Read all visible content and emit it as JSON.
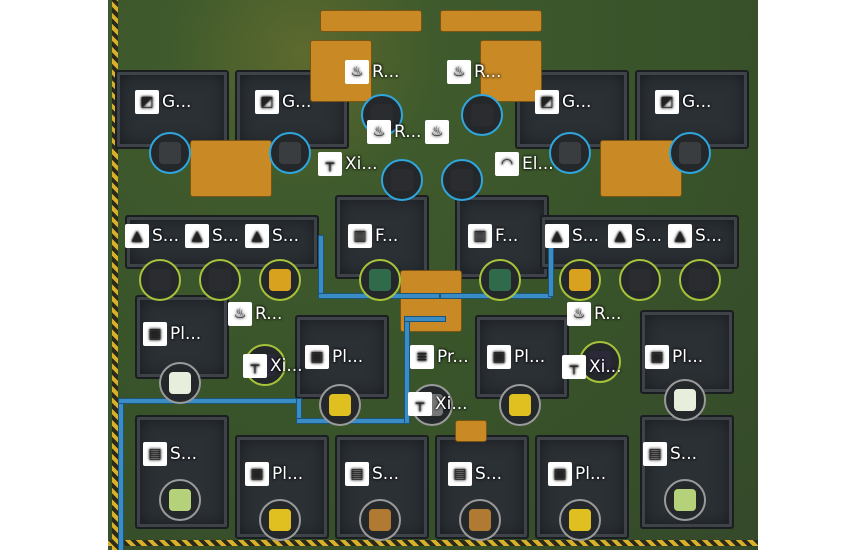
{
  "view": "factory-map",
  "colors": {
    "ingredient_ring": "#2fa6dd",
    "product_ring": "#a6c33a",
    "output_ring": "#9a9a9a",
    "belt": "#c98a25",
    "pipe": "#3a8cc4"
  },
  "entities": [
    {
      "label": "G...",
      "icon": "compressor-icon"
    },
    {
      "label": "G...",
      "icon": "compressor-icon"
    },
    {
      "label": "G...",
      "icon": "compressor-icon"
    },
    {
      "label": "G...",
      "icon": "compressor-icon"
    },
    {
      "label": "R...",
      "icon": "furnace-icon"
    },
    {
      "label": "R...",
      "icon": "furnace-icon"
    },
    {
      "label": "R...",
      "icon": "furnace-icon"
    },
    {
      "label": "",
      "icon": "furnace-icon"
    },
    {
      "label": "Xi...",
      "icon": "pump-icon"
    },
    {
      "label": "El...",
      "icon": "radar-icon"
    },
    {
      "label": "S...",
      "icon": "sorter-icon"
    },
    {
      "label": "S...",
      "icon": "sorter-icon"
    },
    {
      "label": "S...",
      "icon": "sorter-icon"
    },
    {
      "label": "F...",
      "icon": "filter-icon"
    },
    {
      "label": "F...",
      "icon": "filter-icon"
    },
    {
      "label": "S...",
      "icon": "sorter-icon"
    },
    {
      "label": "S...",
      "icon": "sorter-icon"
    },
    {
      "label": "S...",
      "icon": "sorter-icon"
    },
    {
      "label": "R...",
      "icon": "furnace-icon"
    },
    {
      "label": "R...",
      "icon": "furnace-icon"
    },
    {
      "label": "Pl...",
      "icon": "planter-icon"
    },
    {
      "label": "Xi...",
      "icon": "pump-icon"
    },
    {
      "label": "Pl...",
      "icon": "planter-icon"
    },
    {
      "label": "Pr...",
      "icon": "press-icon"
    },
    {
      "label": "Pl...",
      "icon": "planter-icon"
    },
    {
      "label": "Xi...",
      "icon": "pump-icon"
    },
    {
      "label": "Pl...",
      "icon": "planter-icon"
    },
    {
      "label": "Xi...",
      "icon": "pump-icon"
    },
    {
      "label": "S...",
      "icon": "seeder-icon"
    },
    {
      "label": "Pl...",
      "icon": "planter-icon"
    },
    {
      "label": "S...",
      "icon": "seeder-icon"
    },
    {
      "label": "S...",
      "icon": "seeder-icon"
    },
    {
      "label": "Pl...",
      "icon": "planter-icon"
    },
    {
      "label": "S...",
      "icon": "seeder-icon"
    }
  ],
  "recipe_slots": [
    {
      "item": "stone-brick",
      "ring": "blue"
    },
    {
      "item": "stone-brick",
      "ring": "blue"
    },
    {
      "item": "stone-brick",
      "ring": "blue"
    },
    {
      "item": "stone-brick",
      "ring": "blue"
    },
    {
      "item": "coal",
      "ring": "blue"
    },
    {
      "item": "coal",
      "ring": "blue"
    },
    {
      "item": "coal",
      "ring": "blue"
    },
    {
      "item": "coal",
      "ring": "blue"
    },
    {
      "item": "coal",
      "ring": "green"
    },
    {
      "item": "coal",
      "ring": "green"
    },
    {
      "item": "sulfur",
      "ring": "green"
    },
    {
      "item": "moss",
      "ring": "green"
    },
    {
      "item": "moss",
      "ring": "green"
    },
    {
      "item": "sulfur",
      "ring": "green"
    },
    {
      "item": "coal",
      "ring": "green"
    },
    {
      "item": "coal",
      "ring": "green"
    },
    {
      "item": "dandelion",
      "ring": "grey"
    },
    {
      "item": "ore",
      "ring": "green"
    },
    {
      "item": "flowers",
      "ring": "grey"
    },
    {
      "item": "flowers",
      "ring": "grey"
    },
    {
      "item": "ore",
      "ring": "green"
    },
    {
      "item": "dandelion",
      "ring": "grey"
    },
    {
      "item": "gear",
      "ring": "grey"
    },
    {
      "item": "seed-ball",
      "ring": "grey"
    },
    {
      "item": "flowers",
      "ring": "grey"
    },
    {
      "item": "seed-pod",
      "ring": "grey"
    },
    {
      "item": "seed-pod",
      "ring": "grey"
    },
    {
      "item": "flowers",
      "ring": "grey"
    },
    {
      "item": "seed-ball",
      "ring": "grey"
    }
  ]
}
